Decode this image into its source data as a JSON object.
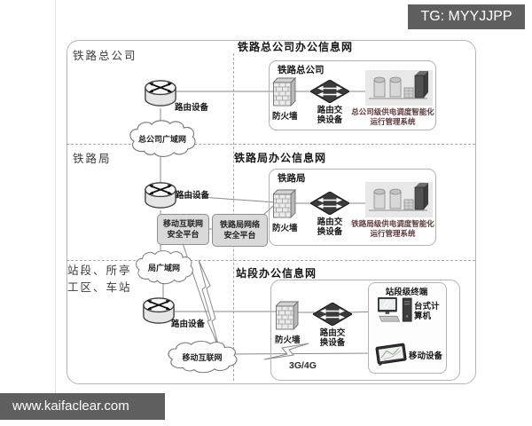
{
  "header": {
    "tg_label": "TG: MYYJJPP"
  },
  "footer": {
    "site_url": "www.kaifaclear.com"
  },
  "zones": {
    "hq": "铁路总公司",
    "bureau": "铁路局",
    "station_line1": "站段、所亭",
    "station_line2": "工区、车站"
  },
  "titles": {
    "hq": "铁路总公司办公信息网",
    "bureau": "铁路局办公信息网",
    "station": "站段办公信息网"
  },
  "clouds": {
    "hq_wan": "总公司广域网",
    "bureau_wan": "局广域网",
    "mobile_internet": "移动互联网"
  },
  "devices": {
    "router": "路由设备",
    "firewall": "防火墙",
    "switch_line1": "路由交",
    "switch_line2": "换设备",
    "desktop_line1": "台式计",
    "desktop_line2": "算机",
    "mobile_device": "移动设备"
  },
  "boxes": {
    "hq_title": "铁路总公司",
    "bureau_title": "铁路局",
    "terminal_title": "站段级终端",
    "hq_system_line1": "总公司级供电调度智能化",
    "hq_system_line2": "运行管理系统",
    "bureau_system_line1": "铁路局级供电调度智能化",
    "bureau_system_line2": "运行管理系统"
  },
  "security": {
    "mobile_line1": "移动互联网",
    "mobile_line2": "安全平台",
    "bureau_line1": "铁路局网络",
    "bureau_line2": "安全平台"
  },
  "labels": {
    "network_3g4g": "3G/4G"
  },
  "colors": {
    "bar_bg": "#5f5f5f",
    "system_label_text": "#5c3a3a",
    "connector_line": "#8a8a8a",
    "security_box_fill": "#d9d9d9"
  }
}
